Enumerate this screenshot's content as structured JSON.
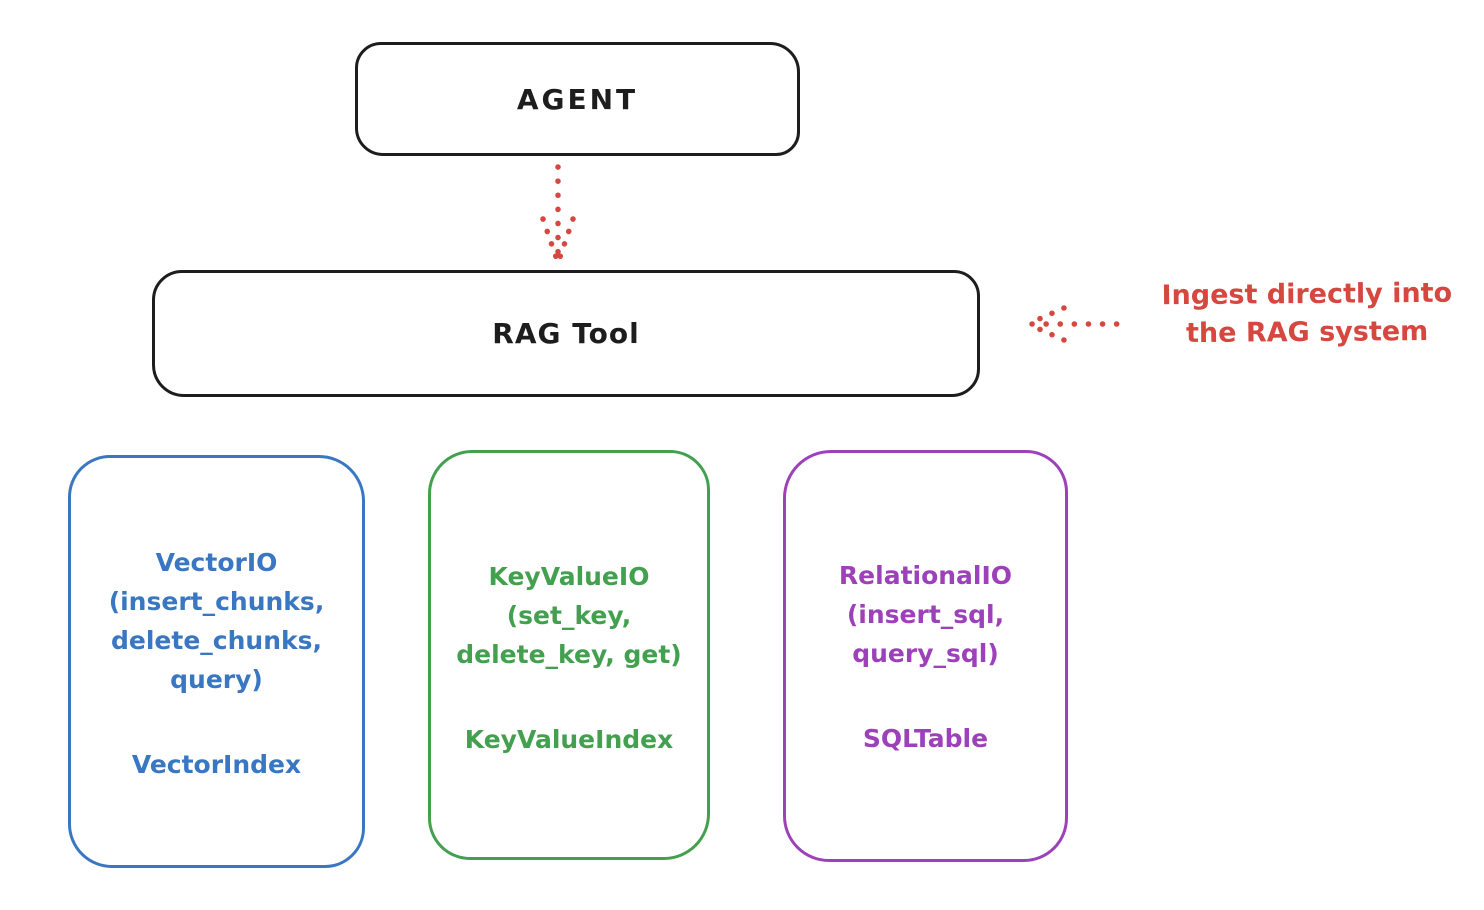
{
  "diagram": {
    "title_hint": "RAG Tool architecture diagram",
    "agent_box": {
      "label": "AGENT"
    },
    "rag_box": {
      "label": "RAG Tool"
    },
    "annotation": {
      "line1": "Ingest directly into",
      "line2": "the RAG system"
    },
    "arrows": [
      {
        "name": "agent-to-rag",
        "style": "dotted",
        "direction": "down",
        "color": "#d6473f"
      },
      {
        "name": "ingest-into-rag",
        "style": "dotted",
        "direction": "left",
        "color": "#d6473f"
      }
    ],
    "storage_boxes": [
      {
        "id": "vector",
        "color": "#3a77c2",
        "lines": [
          "VectorIO",
          "(insert_chunks,",
          "delete_chunks,",
          "query)"
        ],
        "footer": "VectorIndex"
      },
      {
        "id": "keyvalue",
        "color": "#43a04f",
        "lines": [
          "KeyValueIO",
          "(set_key,",
          "delete_key, get)"
        ],
        "footer": "KeyValueIndex"
      },
      {
        "id": "relational",
        "color": "#9d41ba",
        "lines": [
          "RelationalIO",
          "(insert_sql,",
          "query_sql)"
        ],
        "footer": "SQLTable"
      }
    ],
    "colors": {
      "stroke": "#1d1d1d",
      "red": "#d6473f",
      "blue": "#3a77c2",
      "green": "#43a04f",
      "purple": "#9d41ba",
      "background": "#ffffff"
    }
  }
}
